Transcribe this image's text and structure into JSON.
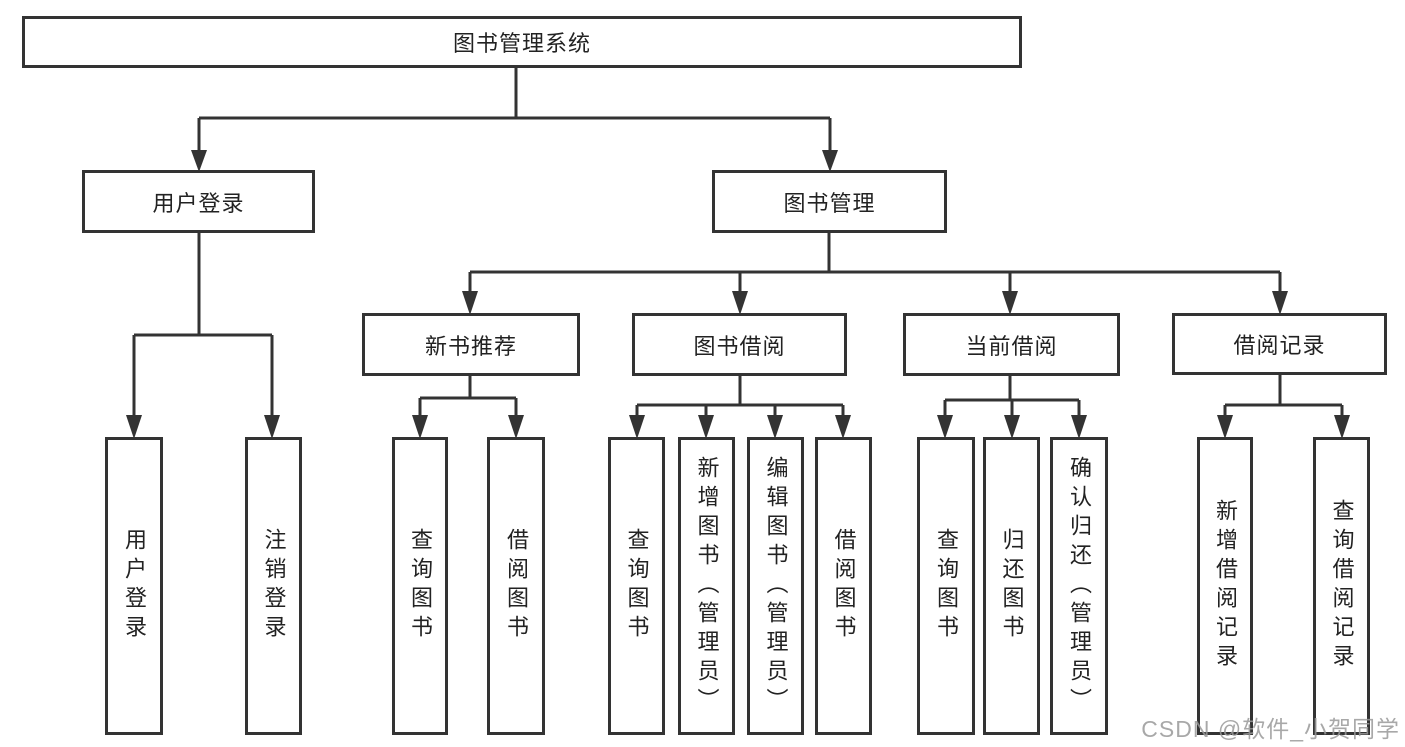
{
  "colors": {
    "line": "#333333",
    "box_border": "#333333",
    "text": "#222222",
    "watermark": "#9a9a9a",
    "background": "#ffffff"
  },
  "watermark": "CSDN @软件_小贺同学",
  "diagram": {
    "type": "tree",
    "root": {
      "label": "图书管理系统",
      "children": [
        {
          "label": "用户登录",
          "children": [
            {
              "label": "用户登录"
            },
            {
              "label": "注销登录"
            }
          ]
        },
        {
          "label": "图书管理",
          "children": [
            {
              "label": "新书推荐",
              "children": [
                {
                  "label": "查询图书"
                },
                {
                  "label": "借阅图书"
                }
              ]
            },
            {
              "label": "图书借阅",
              "children": [
                {
                  "label": "查询图书"
                },
                {
                  "label": "新增图书（管理员）"
                },
                {
                  "label": "编辑图书（管理员）"
                },
                {
                  "label": "借阅图书"
                }
              ]
            },
            {
              "label": "当前借阅",
              "children": [
                {
                  "label": "查询图书"
                },
                {
                  "label": "归还图书"
                },
                {
                  "label": "确认归还（管理员）"
                }
              ]
            },
            {
              "label": "借阅记录",
              "children": [
                {
                  "label": "新增借阅记录"
                },
                {
                  "label": "查询借阅记录"
                }
              ]
            }
          ]
        }
      ]
    }
  }
}
